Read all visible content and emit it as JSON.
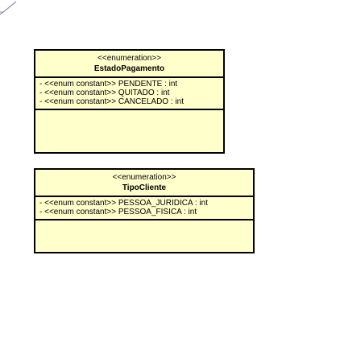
{
  "diagram": {
    "enumerations": [
      {
        "stereotype": "<<enumeration>>",
        "name": "EstadoPagamento",
        "attributes": [
          "- <<enum constant>> PENDENTE : int",
          "- <<enum constant>> QUITADO : int",
          "- <<enum constant>> CANCELADO : int"
        ]
      },
      {
        "stereotype": "<<enumeration>>",
        "name": "TipoCliente",
        "attributes": [
          "- <<enum constant>> PESSOA_JURIDICA : int",
          "- <<enum constant>> PESSOA_FISICA : int"
        ]
      }
    ]
  },
  "colors": {
    "class_fill": "#ffffcc",
    "border": "#000000",
    "connector": "#9b8bb4"
  }
}
